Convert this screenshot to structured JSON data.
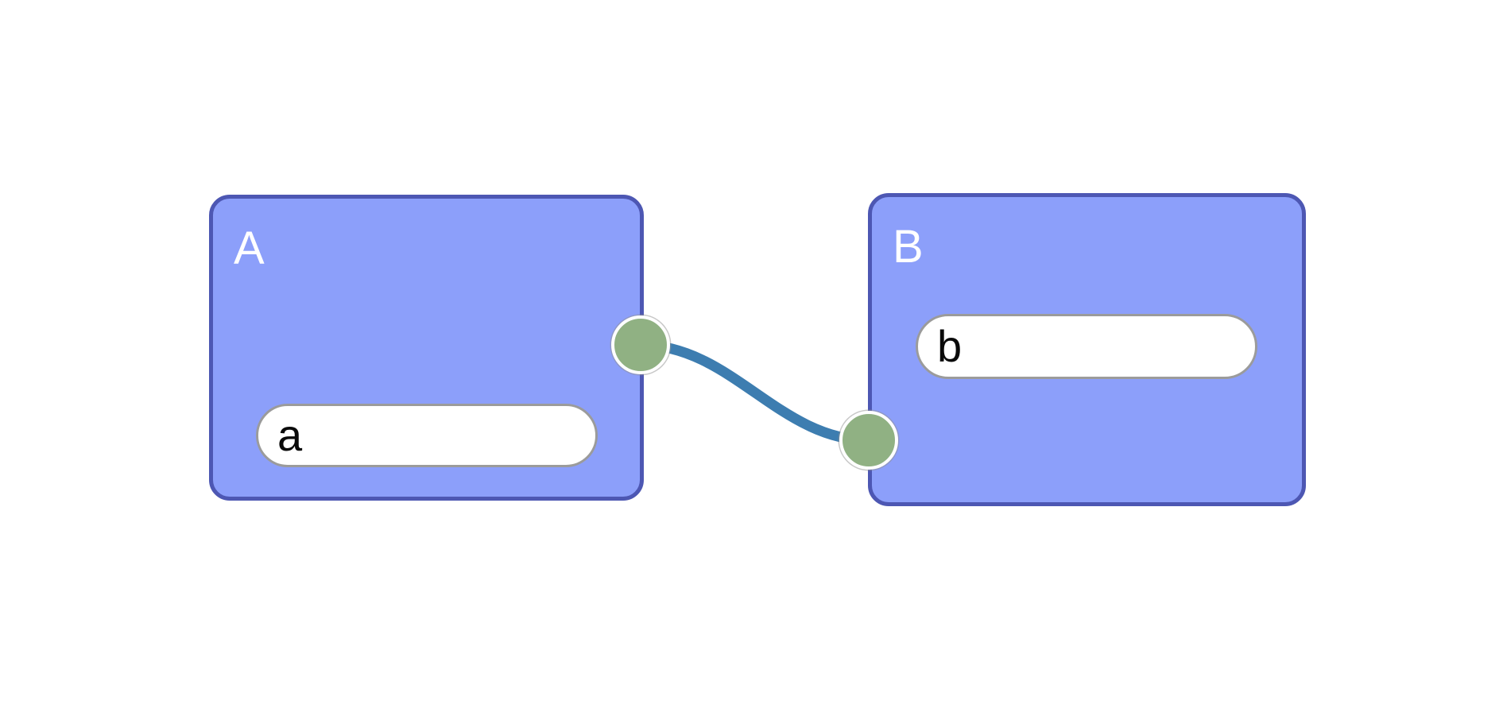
{
  "canvas": {
    "background": "#ffffff"
  },
  "style": {
    "node_fill": "#8c9ffa",
    "node_border": "#4d57b3",
    "node_label_color": "#ffffff",
    "pill_fill": "#ffffff",
    "pill_border": "#9b9b9b",
    "pill_text_color": "#0a0a0a",
    "handle_fill": "#90b183",
    "handle_ring": "#ffffff",
    "edge_color": "#3d7db0"
  },
  "nodes": [
    {
      "id": "A",
      "label": "A",
      "field_value": "a"
    },
    {
      "id": "B",
      "label": "B",
      "field_value": "b"
    }
  ],
  "edge": {
    "from": "A",
    "to": "B",
    "color": "#3d7db0"
  }
}
